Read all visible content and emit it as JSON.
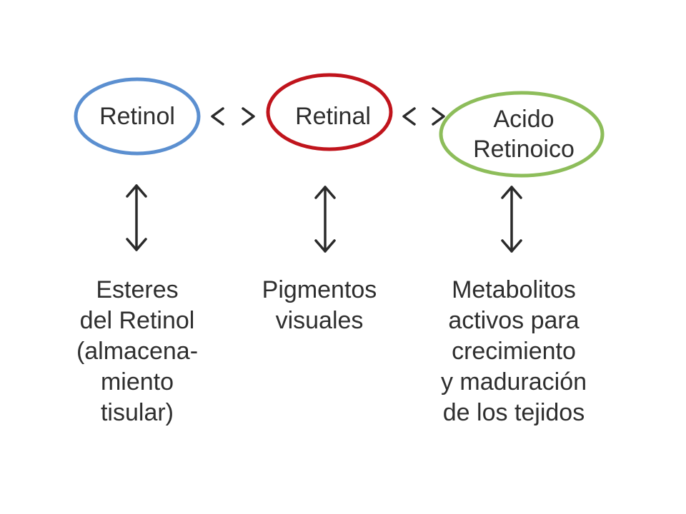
{
  "nodes": [
    {
      "id": "retinol",
      "lines": [
        "Retinol"
      ],
      "ring_color": "#5b8fd0"
    },
    {
      "id": "retinal",
      "lines": [
        "Retinal"
      ],
      "ring_color": "#c0141c"
    },
    {
      "id": "acido-retinoico",
      "lines": [
        "Acido",
        "Retinoico"
      ],
      "ring_color": "#8dbd5a"
    }
  ],
  "outputs": [
    {
      "id": "esteres",
      "lines": [
        "Esteres",
        "del Retinol",
        "(almacena-",
        "miento",
        "tisular)"
      ]
    },
    {
      "id": "pigmentos",
      "lines": [
        "Pigmentos",
        "visuales"
      ]
    },
    {
      "id": "metabolitos",
      "lines": [
        "Metabolitos",
        "activos para",
        "crecimiento",
        "y maduración",
        "de los tejidos"
      ]
    }
  ],
  "colors": {
    "text": "#2e2e2e",
    "arrow": "#2a2a2a"
  }
}
